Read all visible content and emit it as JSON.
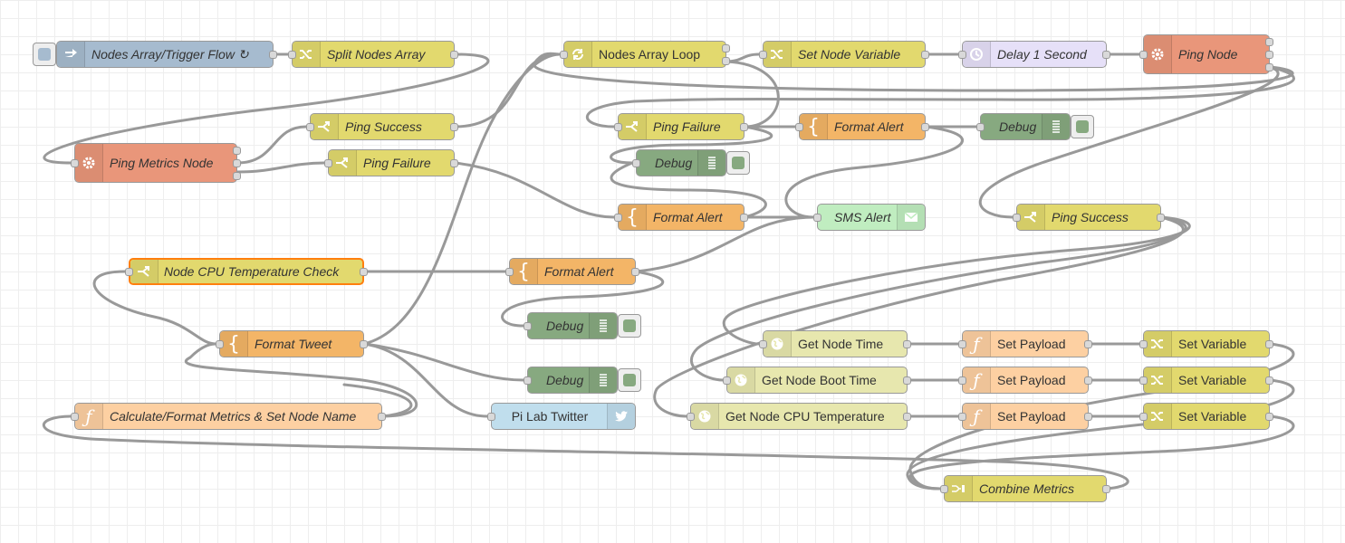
{
  "app": "Node-RED flow editor",
  "colors": {
    "inject": "#a6bbcf",
    "change": "#e2d96e",
    "switch": "#e2d96e",
    "template": "#f3b567",
    "function": "#fdd0a2",
    "exec": "#e9967a",
    "debug": "#87a980",
    "delay": "#e6e0f8",
    "twitter": "#c0deed",
    "email": "#c0edc0",
    "join": "#e2d96e",
    "http": "#e7e7ae",
    "wire": "#999999",
    "selected": "#ff7f0e"
  },
  "nodes": {
    "inject": {
      "label": "Nodes Array/Trigger Flow ↻",
      "icon": "inject-icon"
    },
    "split_array": {
      "label": "Split Nodes Array",
      "icon": "shuffle-icon"
    },
    "loop": {
      "label": "Nodes Array Loop",
      "icon": "loop-icon"
    },
    "set_node_var": {
      "label": "Set Node Variable",
      "icon": "shuffle-icon"
    },
    "delay": {
      "label": "Delay 1 Second",
      "icon": "timer-icon"
    },
    "ping_node": {
      "label": "Ping Node",
      "icon": "gear-icon"
    },
    "ping_metrics": {
      "label": "Ping Metrics Node",
      "icon": "gear-icon"
    },
    "ping_success_1": {
      "label": "Ping Success",
      "icon": "switch-icon"
    },
    "ping_failure_1": {
      "label": "Ping Failure",
      "icon": "switch-icon"
    },
    "ping_failure_2": {
      "label": "Ping Failure",
      "icon": "switch-icon"
    },
    "format_alert_1": {
      "label": "Format Alert",
      "icon": "template-icon"
    },
    "debug_1": {
      "label": "Debug",
      "icon": "list-icon"
    },
    "debug_2": {
      "label": "Debug",
      "icon": "list-icon"
    },
    "format_alert_2": {
      "label": "Format Alert",
      "icon": "template-icon"
    },
    "sms_alert": {
      "label": "SMS Alert",
      "icon": "envelope-icon"
    },
    "ping_success_2": {
      "label": "Ping Success",
      "icon": "switch-icon"
    },
    "cpu_check": {
      "label": "Node CPU Temperature Check",
      "icon": "switch-icon"
    },
    "format_alert_3": {
      "label": "Format Alert",
      "icon": "template-icon"
    },
    "debug_3": {
      "label": "Debug",
      "icon": "list-icon"
    },
    "format_tweet": {
      "label": "Format Tweet",
      "icon": "template-icon"
    },
    "debug_4": {
      "label": "Debug",
      "icon": "list-icon"
    },
    "pi_twitter": {
      "label": "Pi Lab Twitter",
      "icon": "twitter-bird-icon"
    },
    "calc_metrics": {
      "label": "Calculate/Format Metrics & Set Node Name",
      "icon": "function-icon"
    },
    "get_time": {
      "label": "Get Node Time",
      "icon": "globe-icon"
    },
    "get_boot": {
      "label": "Get Node Boot Time",
      "icon": "globe-icon"
    },
    "get_cpu": {
      "label": "Get Node CPU Temperature",
      "icon": "globe-icon"
    },
    "set_payload_1": {
      "label": "Set Payload",
      "icon": "function-icon"
    },
    "set_payload_2": {
      "label": "Set Payload",
      "icon": "function-icon"
    },
    "set_payload_3": {
      "label": "Set Payload",
      "icon": "function-icon"
    },
    "set_var_1": {
      "label": "Set Variable",
      "icon": "shuffle-icon"
    },
    "set_var_2": {
      "label": "Set Variable",
      "icon": "shuffle-icon"
    },
    "set_var_3": {
      "label": "Set Variable",
      "icon": "shuffle-icon"
    },
    "combine": {
      "label": "Combine Metrics",
      "icon": "join-icon"
    }
  }
}
